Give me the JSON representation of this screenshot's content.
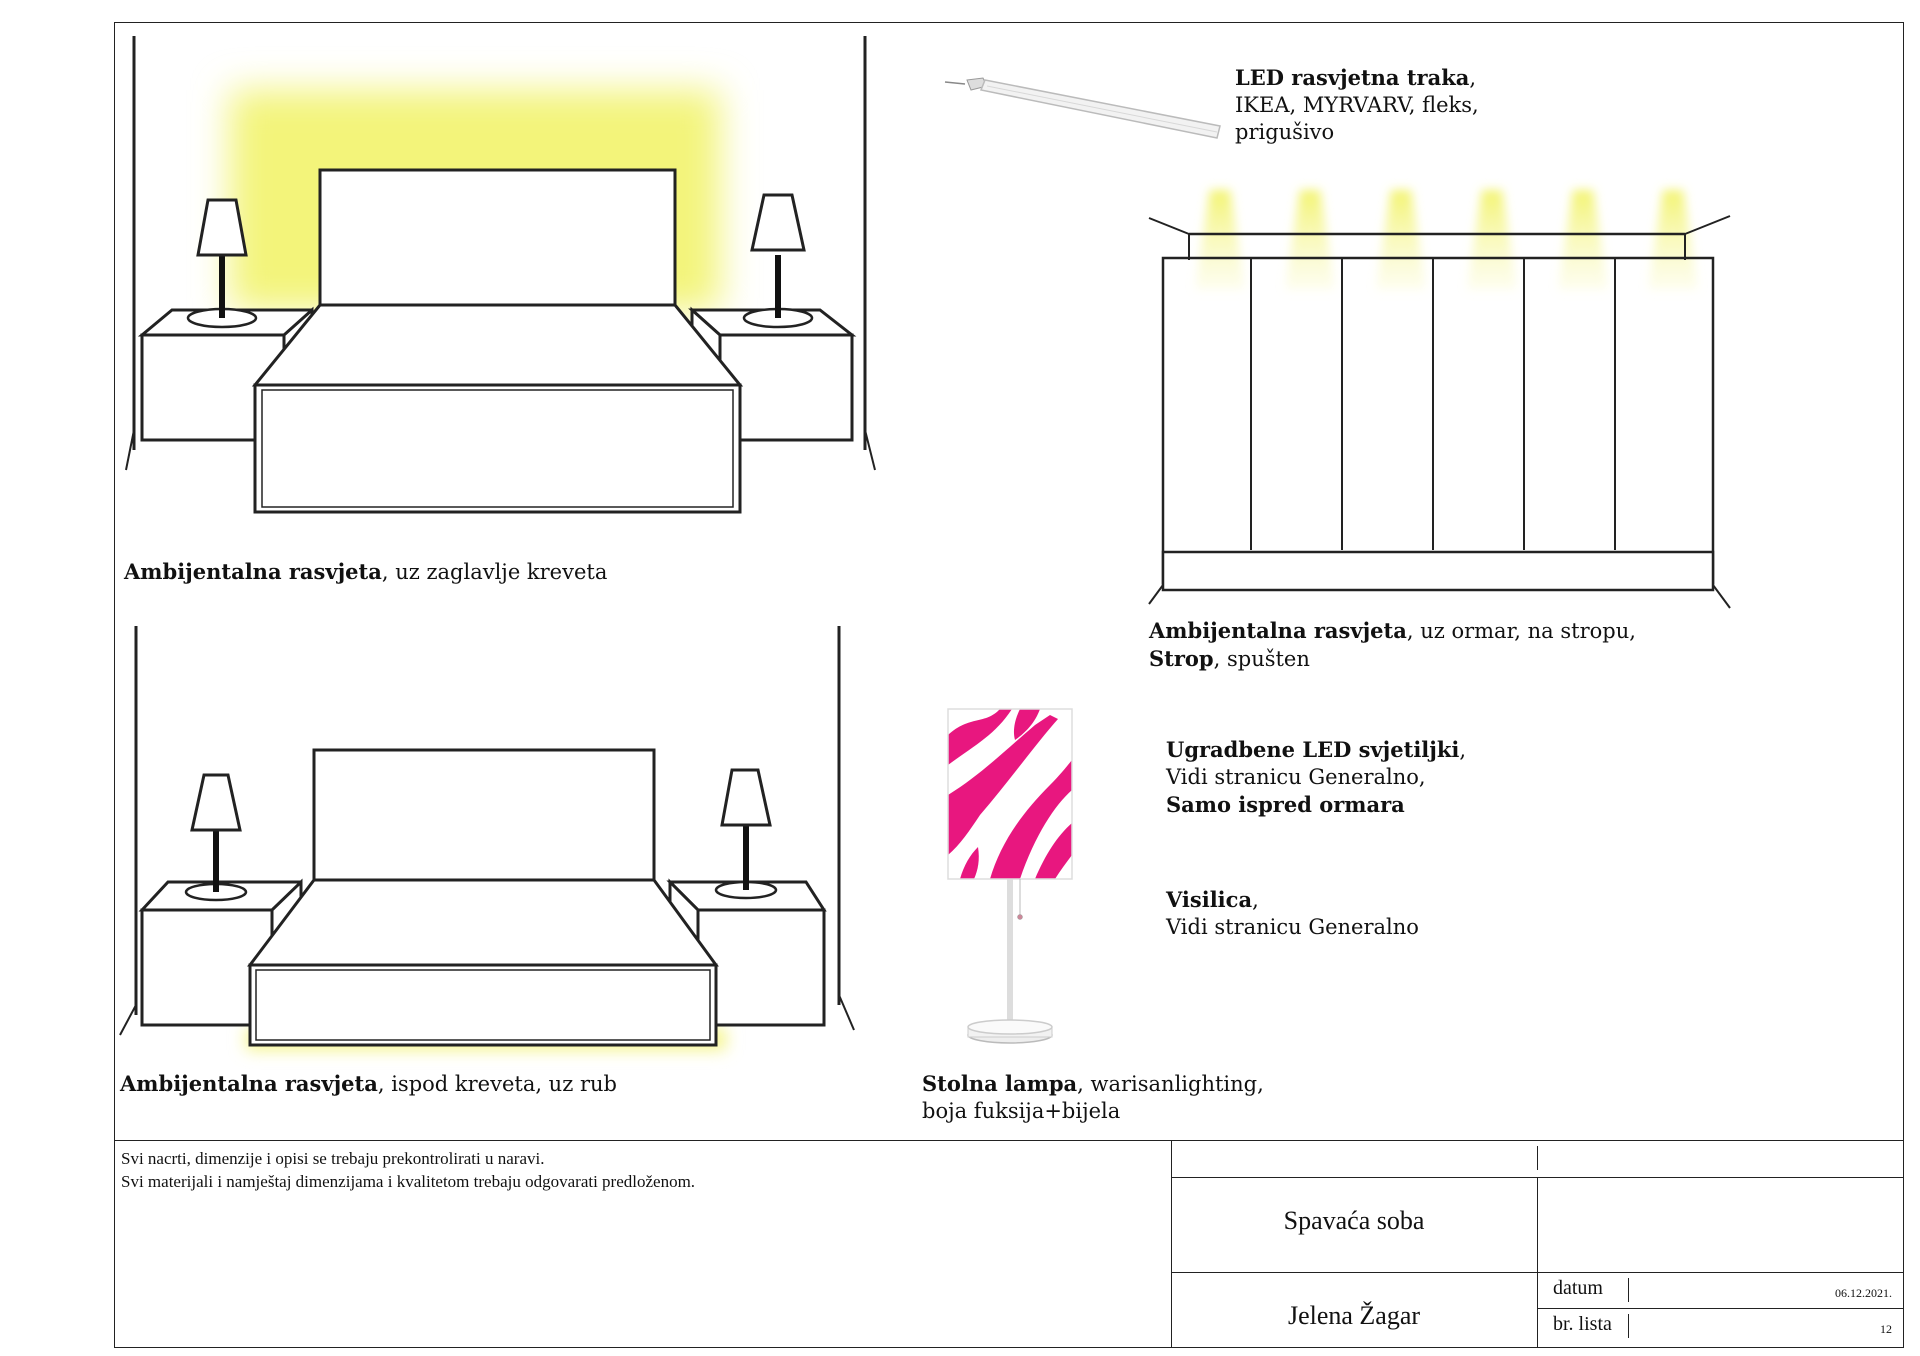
{
  "captions": {
    "headboard": {
      "bold": "Ambijentalna rasvjeta",
      "rest": ", uz zaglavlje kreveta"
    },
    "under_bed": {
      "bold": "Ambijentalna rasvjeta",
      "rest": ", ispod kreveta, uz rub"
    },
    "led_strip": {
      "bold": "LED rasvjetna traka",
      "rest": ",",
      "line2": "IKEA, MYRVARV, fleks,",
      "line3": "prigušivo"
    },
    "wardrobe": {
      "bold": "Ambijentalna rasvjeta",
      "rest": ", uz ormar, na stropu,",
      "bold2": "Strop",
      "rest2": ", spušten"
    },
    "recessed": {
      "bold": "Ugradbene LED svjetiljki",
      "rest": ",",
      "line2": "Vidi stranicu Generalno,",
      "bold3": "Samo ispred ormara"
    },
    "pendant": {
      "bold": "Visilica",
      "rest": ",",
      "line2": "Vidi stranicu Generalno"
    },
    "table_lamp": {
      "bold": "Stolna lampa",
      "rest": ", warisanlighting,",
      "line2": "boja fuksija+bijela"
    }
  },
  "notes": {
    "line1": "Svi nacrti, dimenzije i opisi se trebaju prekontrolirati u naravi.",
    "line2": "Svi materijali i namještaj dimenzijama i kvalitetom trebaju odgovarati predloženom."
  },
  "title_block": {
    "room": "Spavaća soba",
    "author": "Jelena Žagar",
    "date_label": "datum",
    "date_value": "06.12.2021.",
    "sheet_label": "br. lista",
    "sheet_value": "12"
  },
  "colors": {
    "glow": "#f5f58a",
    "fuchsia": "#e8177f",
    "line": "#111111"
  }
}
